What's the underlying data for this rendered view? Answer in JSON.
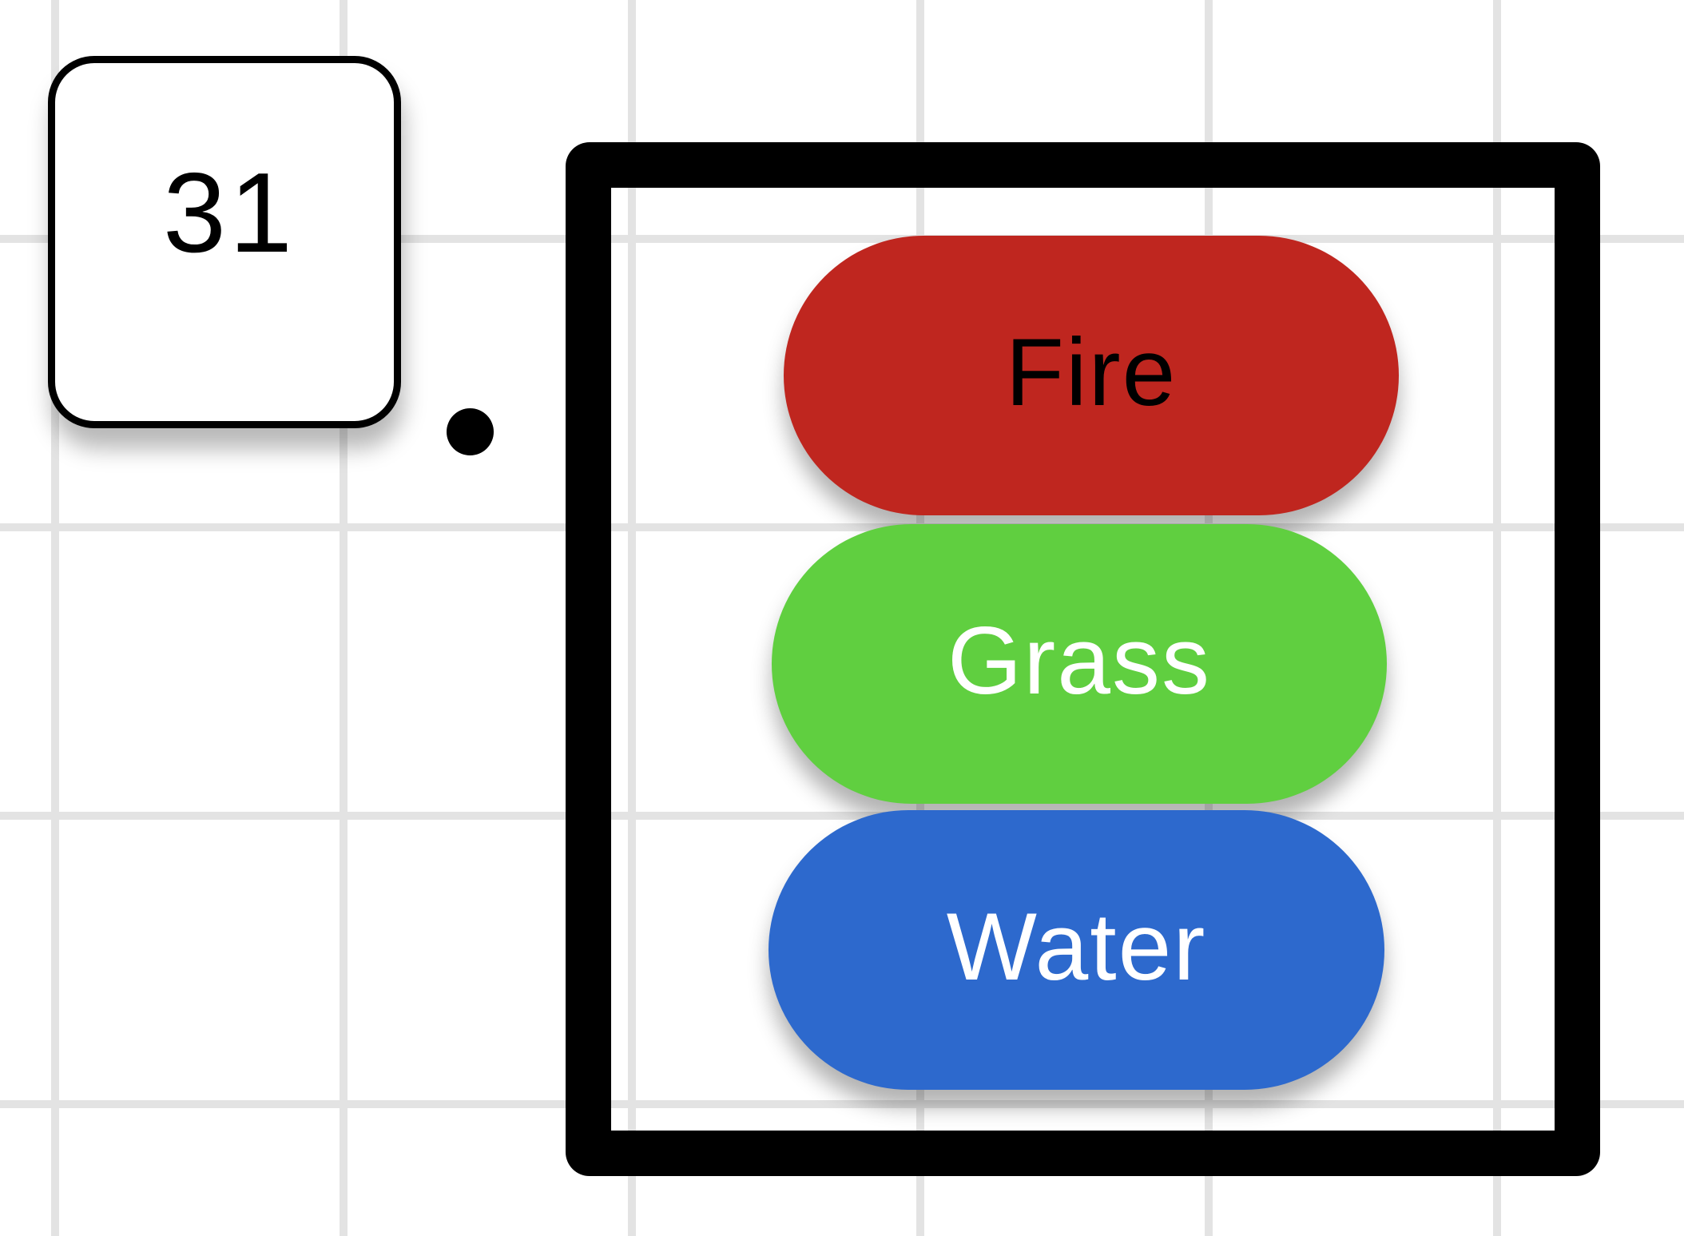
{
  "counter": {
    "value": "31"
  },
  "bin": {
    "items": [
      {
        "label": "Fire",
        "color": "#bf261f",
        "text_color": "#000000"
      },
      {
        "label": "Grass",
        "color": "#60cf40",
        "text_color": "#ffffff"
      },
      {
        "label": "Water",
        "color": "#2d69cd",
        "text_color": "#ffffff"
      }
    ]
  }
}
